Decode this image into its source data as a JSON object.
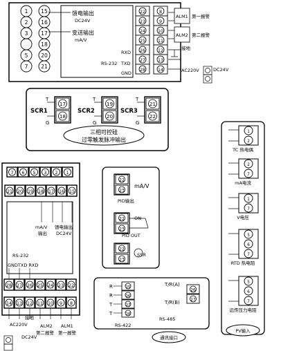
{
  "top": {
    "left_col": [
      "1",
      "2",
      "3",
      "",
      "5",
      "7"
    ],
    "mid_col": [
      "15",
      "16",
      "17",
      "18",
      "20",
      "21"
    ],
    "right_in": [
      "22",
      "23",
      "24",
      "25",
      "26",
      "27",
      "28"
    ],
    "right_out": [
      "8",
      "9",
      "10",
      "11",
      "12",
      "13",
      "14"
    ],
    "feed_out": "馈电输出",
    "feed_v": "DC24V",
    "trans_out": "变送输出",
    "trans_unit": "mA/V",
    "alm1": "ALM1",
    "alm1_cn": "第一报警",
    "alm2": "ALM2",
    "alm2_cn": "第二报警",
    "ground": "接地",
    "rxd": "RXD",
    "txd": "TXD",
    "gnd": "GND",
    "rs232": "RS-232",
    "ac": "AC220V",
    "dc": "DC24V"
  },
  "scr": {
    "labels": [
      "SCR1",
      "SCR2",
      "SCR3"
    ],
    "pairs": [
      [
        "17",
        "18"
      ],
      [
        "19",
        "20"
      ],
      [
        "21",
        "22"
      ]
    ],
    "t": "T",
    "g": "G",
    "title1": "三相可控硅",
    "title2": "过零触发脉冲输出"
  },
  "pv": {
    "tc": [
      "1",
      "2"
    ],
    "tc_label": "TC 热电偶",
    "ma": [
      "2",
      "7"
    ],
    "ma_label": "mA电流",
    "v": [
      "1",
      "7"
    ],
    "v_label": "V电压",
    "rtd": [
      "5",
      "6",
      "7"
    ],
    "rtd_label": "RTD 热电阻",
    "remote": [
      "5",
      "6",
      "7"
    ],
    "remote_label": "远传压力电阻",
    "title": "PV输入"
  },
  "bottom": {
    "top_row": [
      "7",
      "6",
      "5",
      "3",
      "2",
      "1"
    ],
    "second_row": [
      "21",
      "20",
      "19",
      "18",
      "17",
      "16",
      "15"
    ],
    "term_row_a": [
      "28",
      "27",
      "26",
      "25",
      "24",
      "23",
      "22"
    ],
    "term_row_b": [
      "14",
      "13",
      "12",
      "11",
      "10",
      "9",
      "8"
    ],
    "ma_out": "mA/V",
    "ma_out_cn": "输出",
    "feed": "馈电输出",
    "feed_v": "DC24V",
    "rs232": "RS-232",
    "gnd_txd_rxd": "GNDTXD RXD",
    "ac": "AC220V",
    "dc": "DC24V",
    "ground": "接地",
    "alm2": "ALM2",
    "alm2_cn": "第二报警",
    "alm1": "ALM1",
    "alm1_cn": "第一报警"
  },
  "pid": {
    "t1": [
      "22",
      "23"
    ],
    "ma": "mA/V",
    "pid_out_cn": "PID输出",
    "t2": [
      "22",
      "23"
    ],
    "on": "ON",
    "pid_out": "PID OUT",
    "t3": [
      "22",
      "23"
    ],
    "ssr": "SSR"
  },
  "comm": {
    "left": [
      "25",
      "26",
      "27",
      "28"
    ],
    "left_marks": [
      "R",
      "R",
      "T",
      "T"
    ],
    "rs422": "RS-422",
    "right_labels": [
      "T/R(A)",
      "T/R(B)"
    ],
    "right": [
      "26",
      "27"
    ],
    "rs485": "RS-485",
    "title": "通讯接口"
  }
}
